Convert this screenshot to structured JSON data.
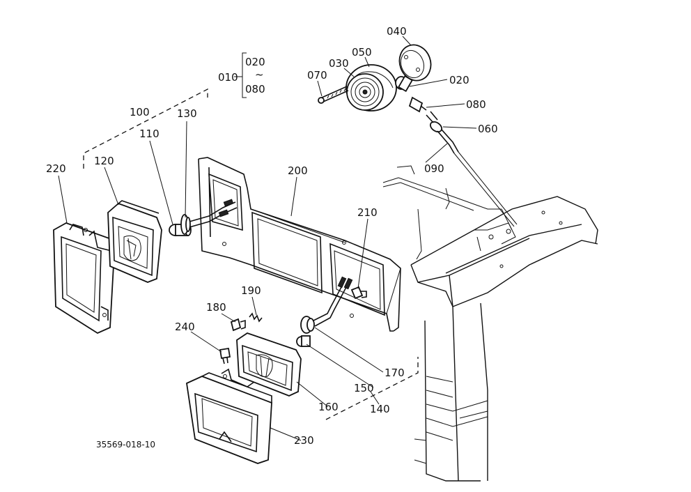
{
  "diagram": {
    "drawing_code": "35569-018-10",
    "callouts": [
      {
        "id": "010",
        "label": "010"
      },
      {
        "id": "020a",
        "label": "020"
      },
      {
        "id": "tilde",
        "label": "~"
      },
      {
        "id": "080a",
        "label": "080"
      },
      {
        "id": "040",
        "label": "040"
      },
      {
        "id": "050",
        "label": "050"
      },
      {
        "id": "030",
        "label": "030"
      },
      {
        "id": "070",
        "label": "070"
      },
      {
        "id": "020b",
        "label": "020"
      },
      {
        "id": "080b",
        "label": "080"
      },
      {
        "id": "060",
        "label": "060"
      },
      {
        "id": "090",
        "label": "090"
      },
      {
        "id": "100",
        "label": "100"
      },
      {
        "id": "130",
        "label": "130"
      },
      {
        "id": "110",
        "label": "110"
      },
      {
        "id": "220",
        "label": "220"
      },
      {
        "id": "120",
        "label": "120"
      },
      {
        "id": "200",
        "label": "200"
      },
      {
        "id": "210",
        "label": "210"
      },
      {
        "id": "190",
        "label": "190"
      },
      {
        "id": "180",
        "label": "180"
      },
      {
        "id": "240",
        "label": "240"
      },
      {
        "id": "170",
        "label": "170"
      },
      {
        "id": "150",
        "label": "150"
      },
      {
        "id": "160",
        "label": "160"
      },
      {
        "id": "140",
        "label": "140"
      },
      {
        "id": "230",
        "label": "230"
      }
    ]
  }
}
